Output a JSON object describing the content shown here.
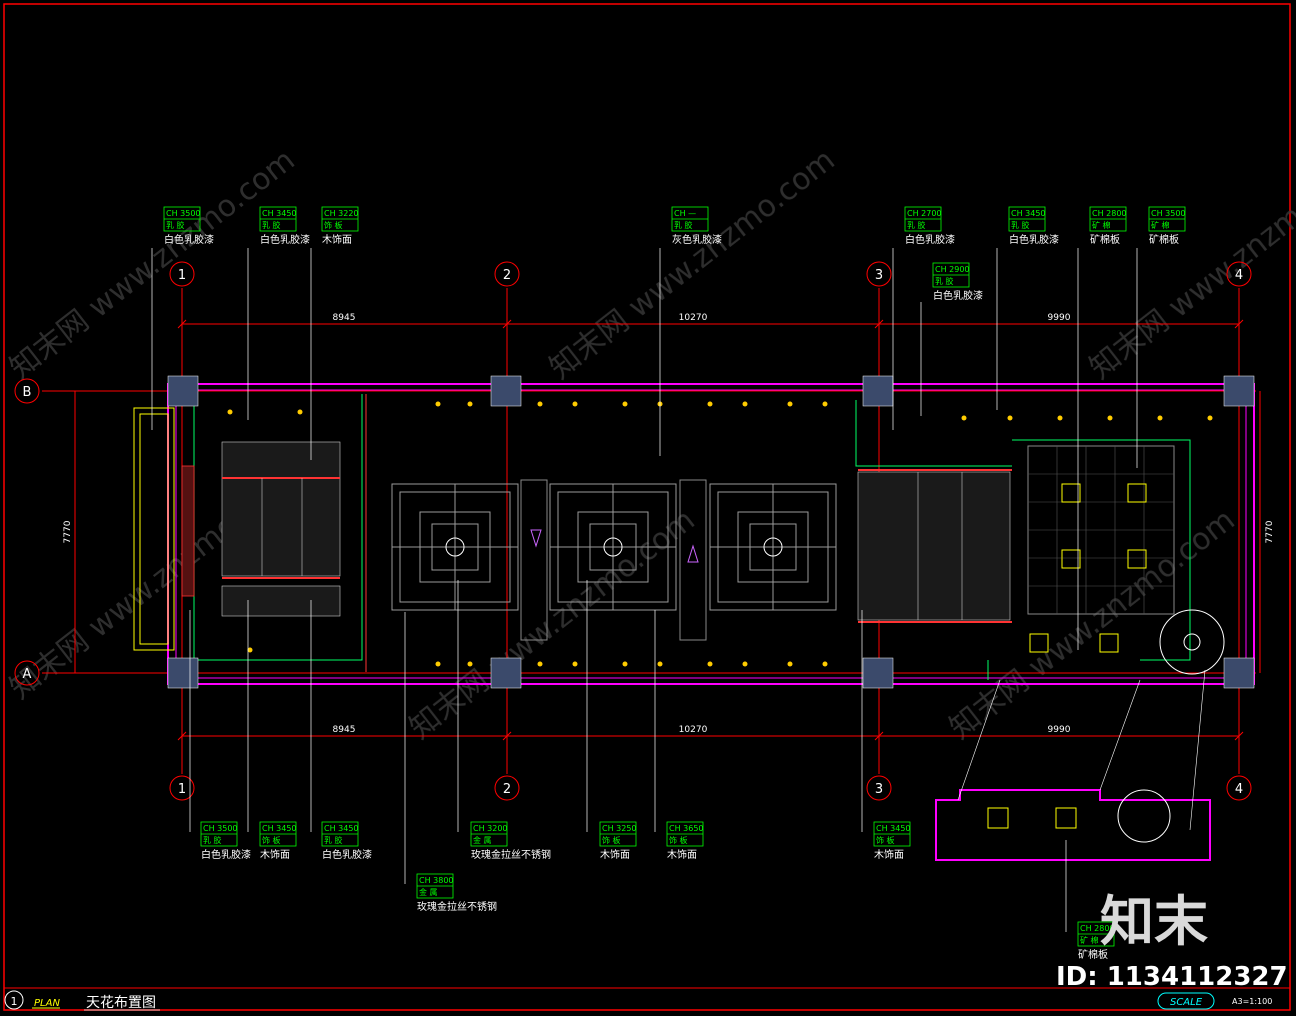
{
  "drawing": {
    "title": "天花布置图",
    "view_number": "1",
    "view_type": "PLAN",
    "scale_label": "SCALE",
    "scale_value": "A3=1:100",
    "watermark_text": "知末网 www.znzmo.com",
    "logo_text": "知末",
    "id_text": "ID: 1134112327"
  },
  "grid": {
    "columns": [
      "1",
      "2",
      "3",
      "4"
    ],
    "rows": [
      "B",
      "A"
    ],
    "dims_top": [
      "8945",
      "10270",
      "9990"
    ],
    "dims_bottom": [
      "8945",
      "10270",
      "9990"
    ],
    "dim_left": "7770",
    "dim_right": "7770"
  },
  "tags_top": [
    {
      "code": "CH 3500",
      "sub": "乳 胶",
      "material": "白色乳胶漆"
    },
    {
      "code": "CH 3450",
      "sub": "乳 胶",
      "material": "白色乳胶漆"
    },
    {
      "code": "CH 3220",
      "sub": "饰 板",
      "material": "木饰面"
    },
    {
      "code": "CH —",
      "sub": "乳 胶",
      "material": "灰色乳胶漆"
    },
    {
      "code": "CH 2700",
      "sub": "乳 胶",
      "material": "白色乳胶漆"
    },
    {
      "code": "CH 2900",
      "sub": "乳 胶",
      "material": "白色乳胶漆"
    },
    {
      "code": "CH 3450",
      "sub": "乳 胶",
      "material": "白色乳胶漆"
    },
    {
      "code": "CH 2800",
      "sub": "矿 棉",
      "material": "矿棉板"
    },
    {
      "code": "CH 3500",
      "sub": "矿 棉",
      "material": "矿棉板"
    }
  ],
  "tags_bottom": [
    {
      "code": "CH 3500",
      "sub": "乳 胶",
      "material": "白色乳胶漆"
    },
    {
      "code": "CH 3450",
      "sub": "饰 板",
      "material": "木饰面"
    },
    {
      "code": "CH 3450",
      "sub": "乳 胶",
      "material": "白色乳胶漆"
    },
    {
      "code": "CH 3200",
      "sub": "金 属",
      "material": "玫瑰金拉丝不锈钢"
    },
    {
      "code": "CH 3800",
      "sub": "金 属",
      "material": "玫瑰金拉丝不锈钢"
    },
    {
      "code": "CH 3250",
      "sub": "饰 板",
      "material": "木饰面"
    },
    {
      "code": "CH 3650",
      "sub": "饰 板",
      "material": "木饰面"
    },
    {
      "code": "CH 3450",
      "sub": "饰 板",
      "material": "木饰面"
    },
    {
      "code": "CH 2800",
      "sub": "矿 棉",
      "material": "矿棉板"
    }
  ],
  "colors": {
    "background": "#000000",
    "wall": "#ff00ff",
    "grid_line": "#ff0000",
    "tag": "#00ff00",
    "light": "#ffcc00",
    "ceiling_grid": "#9a9a9a",
    "column": "#3b4a6b"
  }
}
